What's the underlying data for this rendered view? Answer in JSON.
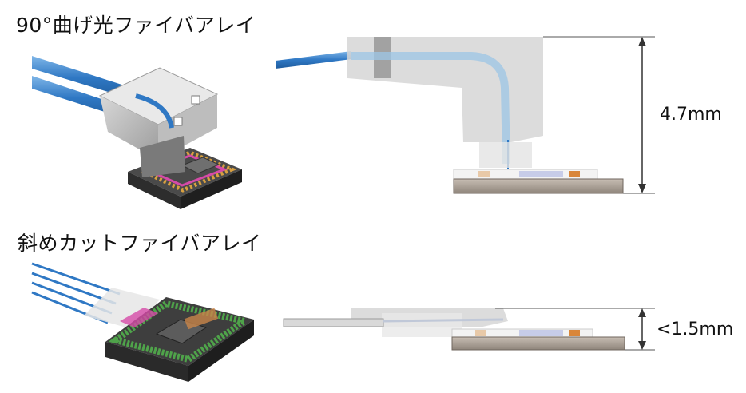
{
  "sections": [
    {
      "title": "90°曲げ光ファイバアレイ",
      "dimension": "4.7mm"
    },
    {
      "title": "斜めカットファイバアレイ",
      "dimension": "<1.5mm"
    }
  ],
  "colors": {
    "fiber_blue": "#2f78c4",
    "package_dark": "#3a3a3a",
    "board_tan": "#b8aea5",
    "magenta_trace": "#d64aa8",
    "green_pads": "#4fa34a",
    "connector_gray": "#c9c9c9"
  }
}
